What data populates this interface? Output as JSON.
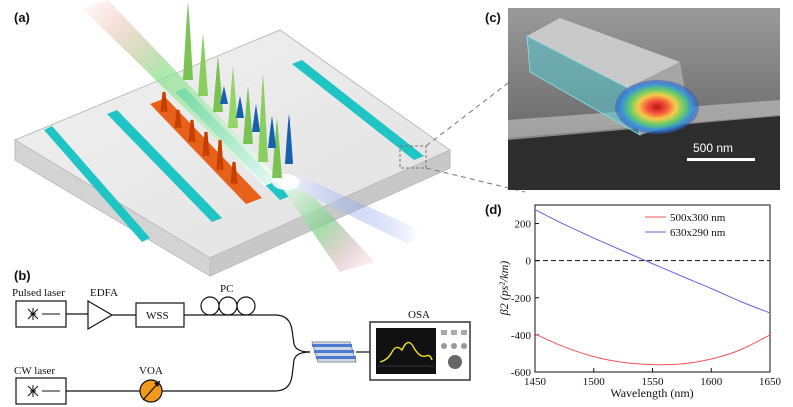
{
  "panels": {
    "a": "(a)",
    "b": "(b)",
    "c": "(c)",
    "d": "(d)"
  },
  "setup": {
    "pulsed_laser": "Pulsed  laser",
    "edfa": "EDFA",
    "wss": "WSS",
    "pc": "PC",
    "osa": "OSA",
    "cw_laser": "CW laser",
    "voa": "VOA"
  },
  "sem": {
    "scale_bar": "500 nm"
  },
  "colors": {
    "waveguide": "#1fc4c4",
    "pump": "#6fbe44",
    "signal": "#e85a10",
    "idler": "#1560b0",
    "series_red": "#ee5555",
    "series_blue": "#6666dd"
  },
  "chart_data": {
    "type": "line",
    "xlabel": "Wavelength (nm)",
    "ylabel": "β2 (ps²/km)",
    "xlim": [
      1450,
      1650
    ],
    "ylim": [
      -600,
      300
    ],
    "xticks": [
      1450,
      1500,
      1550,
      1600,
      1650
    ],
    "yticks": [
      -600,
      -400,
      -200,
      0,
      200
    ],
    "zero_line": true,
    "legend": "top-right",
    "series": [
      {
        "name": "500x300 nm",
        "color": "#ee5555",
        "x": [
          1450,
          1475,
          1500,
          1525,
          1550,
          1575,
          1600,
          1625,
          1650
        ],
        "y": [
          -395,
          -465,
          -517,
          -548,
          -560,
          -556,
          -530,
          -480,
          -400
        ]
      },
      {
        "name": "630x290 nm",
        "color": "#6666dd",
        "x": [
          1450,
          1475,
          1500,
          1525,
          1550,
          1575,
          1600,
          1625,
          1650
        ],
        "y": [
          275,
          195,
          122,
          52,
          -16,
          -84,
          -150,
          -220,
          -282
        ]
      }
    ]
  }
}
